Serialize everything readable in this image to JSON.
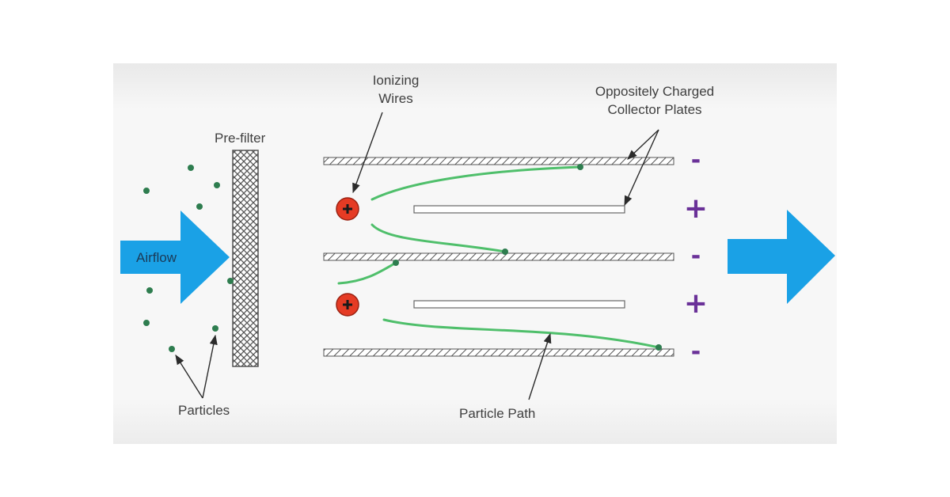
{
  "labels": {
    "airflow": "Airflow",
    "prefilter": "Pre-filter",
    "ionizing_line1": "Ionizing",
    "ionizing_line2": "Wires",
    "plates_line1": "Oppositely Charged",
    "plates_line2": "Collector Plates",
    "particles": "Particles",
    "particle_path": "Particle Path"
  },
  "signs": [
    "-",
    "+",
    "-",
    "+",
    "-"
  ],
  "colors": {
    "panel": "#f4f4f4",
    "arrow": "#1aa1e6",
    "particle": "#2e7d4f",
    "path": "#4fbf6b",
    "wire": "#e53b24",
    "sign": "#6a3198",
    "text": "#3f3f3f",
    "hatch": "#555555"
  }
}
